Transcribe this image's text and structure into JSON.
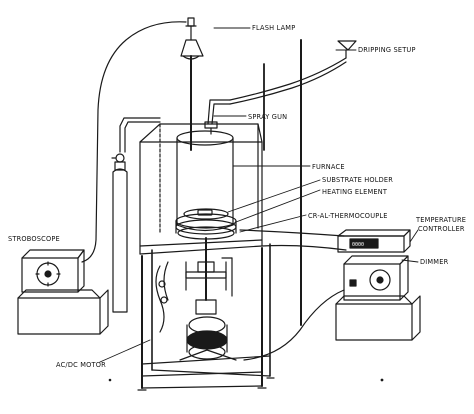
{
  "labels": {
    "flash_lamp": "FLASH LAMP",
    "dripping_setup": "DRIPPING SETUP",
    "spray_gun": "SPRAY GUN",
    "furnace": "FURNACE",
    "substrate_holder": "SUBSTRATE HOLDER",
    "heating_element": "HEATING ELEMENT",
    "thermocouple": "Cr-Al-THERMOCOUPLE",
    "temperature_controller_line1": "TEMPERATURE",
    "temperature_controller_line2": "CONTROLLER",
    "stroboscope": "STROBOSCOPE",
    "dimmer": "DIMMER",
    "motor": "AC/DC MOTOR"
  },
  "controller_display": "0000",
  "colors": {
    "ink": "#1a1a1a",
    "background": "#ffffff"
  }
}
